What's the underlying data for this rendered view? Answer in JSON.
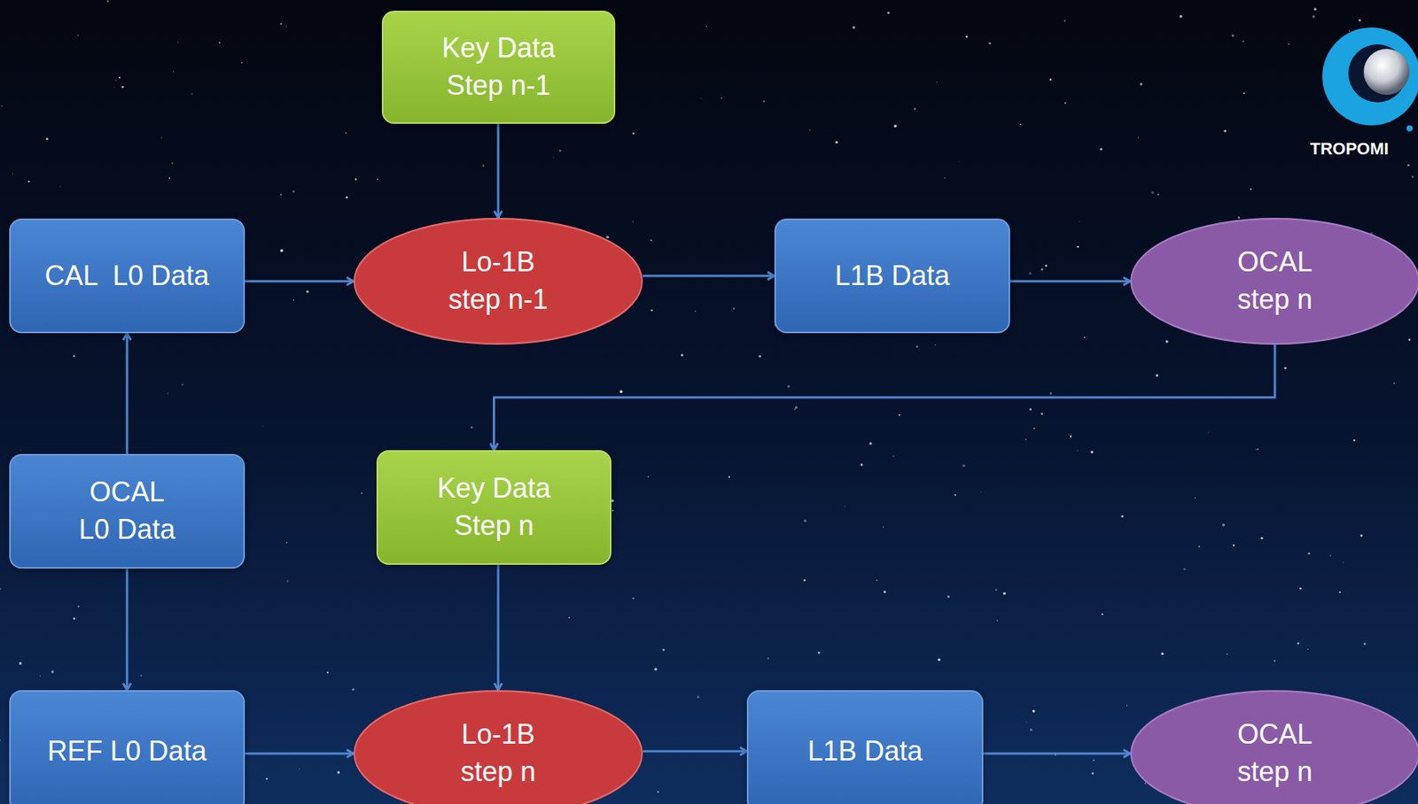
{
  "diagram": {
    "nodes": [
      {
        "text": [
          "Key Data Step n-1"
        ]
      },
      {
        "text": [
          "CAL  L0 Data"
        ]
      },
      {
        "text": [
          "Lo-1B step n-1"
        ]
      },
      {
        "text": [
          "L1B Data"
        ]
      },
      {
        "text": [
          "OCAL step n"
        ]
      },
      {
        "text": [
          "OCAL L0 Data"
        ]
      },
      {
        "text": [
          "Key Data Step n"
        ]
      },
      {
        "text": [
          "REF L0 Data"
        ]
      },
      {
        "text": [
          "Lo-1B step n"
        ]
      },
      {
        "text": [
          "L1B Data"
        ]
      },
      {
        "text": [
          "OCAL step n"
        ]
      }
    ],
    "edges": [
      {
        "from": 0,
        "to": 2,
        "arrow": "to"
      },
      {
        "from": 1,
        "to": 2,
        "arrow": "to"
      },
      {
        "from": 2,
        "to": 3,
        "arrow": "to"
      },
      {
        "from": 3,
        "to": 4,
        "arrow": "to"
      },
      {
        "from": 4,
        "to": 6,
        "arrow": "to"
      },
      {
        "from": 5,
        "to": 1,
        "arrow": "to"
      },
      {
        "from": 5,
        "to": 7,
        "arrow": "to"
      },
      {
        "from": 6,
        "to": 8,
        "arrow": "to"
      },
      {
        "from": 7,
        "to": 8,
        "arrow": "to"
      },
      {
        "from": 8,
        "to": 9,
        "arrow": "to"
      },
      {
        "from": 9,
        "to": 10,
        "arrow": "to"
      }
    ],
    "labels": [
      "TROPOMI"
    ]
  }
}
